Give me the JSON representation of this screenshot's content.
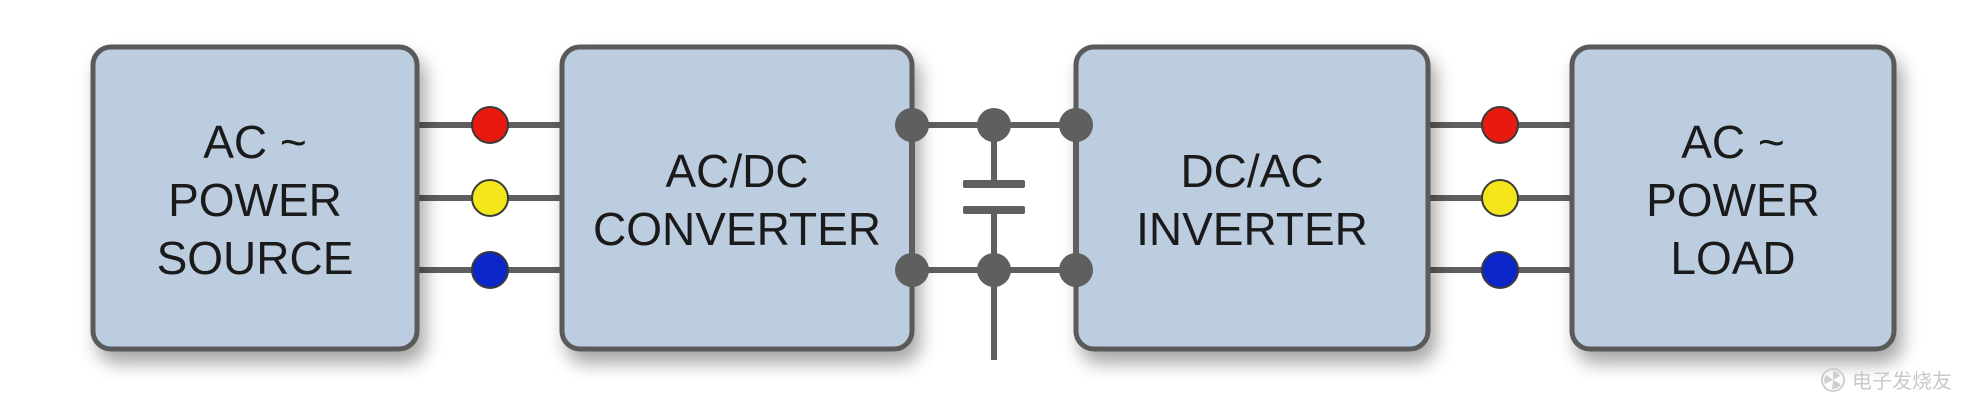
{
  "blocks": [
    {
      "id": "ac-power-source",
      "lines": [
        "AC ~",
        "POWER",
        "SOURCE"
      ]
    },
    {
      "id": "ac-dc-converter",
      "lines": [
        "AC/DC",
        "CONVERTER"
      ]
    },
    {
      "id": "dc-ac-inverter",
      "lines": [
        "DC/AC",
        "INVERTER"
      ]
    },
    {
      "id": "ac-power-load",
      "lines": [
        "AC ~",
        "POWER",
        "LOAD"
      ]
    }
  ],
  "colors": {
    "box_fill": "#bccde0",
    "box_stroke": "#5a5a5a",
    "wire": "#5f5f5f",
    "node": "#5f5f5f",
    "phase_colors": [
      "#e8190e",
      "#f3e61a",
      "#0b27c9"
    ],
    "shadow": "#d4d4d4"
  },
  "watermark": {
    "text": "电子发烧友",
    "logo_icon": "fan-logo-icon"
  }
}
